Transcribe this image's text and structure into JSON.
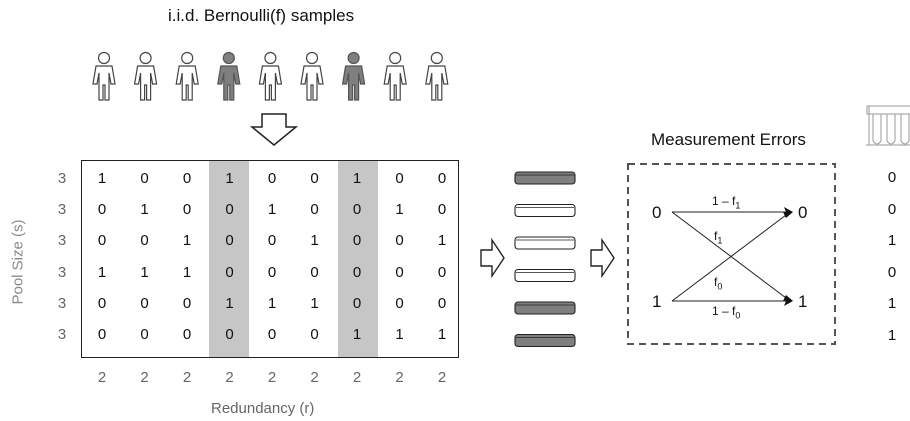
{
  "title": "i.i.d. Bernoulli(f) samples",
  "people": [
    {
      "infected": false
    },
    {
      "infected": false
    },
    {
      "infected": false
    },
    {
      "infected": true
    },
    {
      "infected": false
    },
    {
      "infected": false
    },
    {
      "infected": true
    },
    {
      "infected": false
    },
    {
      "infected": false
    }
  ],
  "matrix": {
    "rows": [
      [
        "1",
        "0",
        "0",
        "1",
        "0",
        "0",
        "1",
        "0",
        "0"
      ],
      [
        "0",
        "1",
        "0",
        "0",
        "1",
        "0",
        "0",
        "1",
        "0"
      ],
      [
        "0",
        "0",
        "1",
        "0",
        "0",
        "1",
        "0",
        "0",
        "1"
      ],
      [
        "1",
        "1",
        "1",
        "0",
        "0",
        "0",
        "0",
        "0",
        "0"
      ],
      [
        "0",
        "0",
        "0",
        "1",
        "1",
        "1",
        "0",
        "0",
        "0"
      ],
      [
        "0",
        "0",
        "0",
        "0",
        "0",
        "0",
        "1",
        "1",
        "1"
      ]
    ],
    "shaded_columns": [
      3,
      6
    ],
    "pool_sizes": [
      "3",
      "3",
      "3",
      "3",
      "3",
      "3"
    ],
    "redundancy": [
      "2",
      "2",
      "2",
      "2",
      "2",
      "2",
      "2",
      "2",
      "2"
    ],
    "y_axis_label": "Pool Size (s)",
    "x_axis_label": "Redundancy (r)"
  },
  "pools": [
    {
      "positive": true
    },
    {
      "positive": false
    },
    {
      "positive": false
    },
    {
      "positive": false
    },
    {
      "positive": true
    },
    {
      "positive": true
    }
  ],
  "channel": {
    "title": "Measurement Errors",
    "left_top": "0",
    "left_bottom": "1",
    "right_top": "0",
    "right_bottom": "1",
    "top_label": "1 – f",
    "top_sub": "1",
    "cross_top_label": "f",
    "cross_top_sub": "1",
    "cross_bottom_label": "f",
    "cross_bottom_sub": "0",
    "bottom_label": "1 – f",
    "bottom_sub": "0"
  },
  "outputs": [
    "0",
    "0",
    "1",
    "0",
    "1",
    "1"
  ],
  "colors": {
    "infected": "#7f7f7f",
    "healthy": "#ffffff",
    "shade": "#c6c6c6",
    "dashed_border": "#555555"
  },
  "icons": [
    "person-icon",
    "down-arrow-icon",
    "right-arrow-icon",
    "test-tube-rack-icon"
  ]
}
